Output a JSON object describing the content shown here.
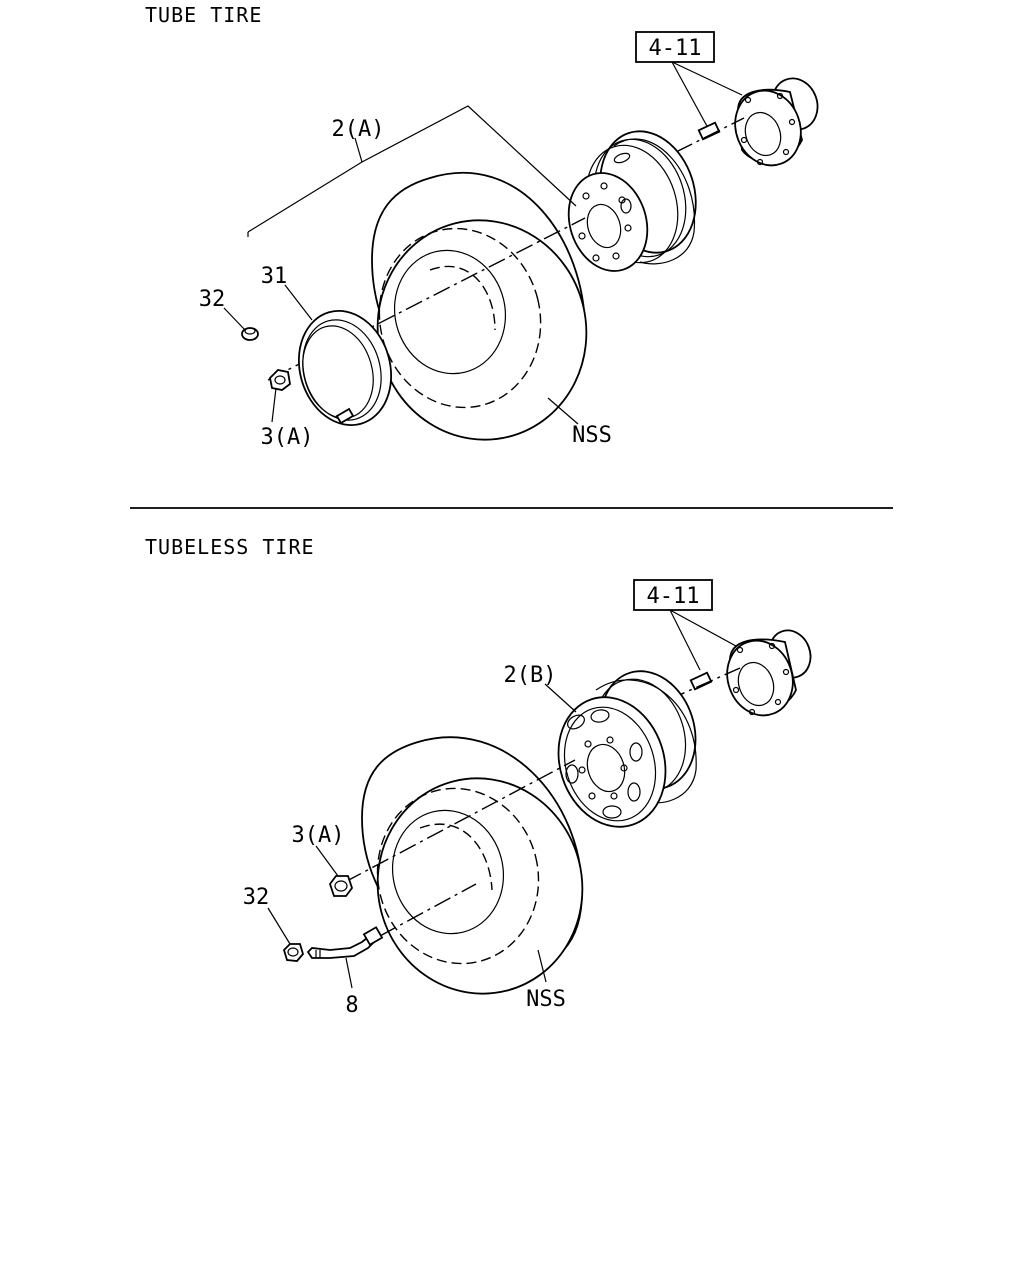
{
  "sections": {
    "tube": {
      "title": "TUBE TIRE",
      "ref_box": "4-11",
      "callouts": {
        "wheel": "2(A)",
        "ring": "31",
        "nut": "32",
        "hub_nut": "3(A)",
        "tire": "NSS"
      }
    },
    "tubeless": {
      "title": "TUBELESS TIRE",
      "ref_box": "4-11",
      "callouts": {
        "wheel": "2(B)",
        "hub_nut": "3(A)",
        "nut": "32",
        "valve": "8",
        "tire": "NSS"
      }
    }
  }
}
